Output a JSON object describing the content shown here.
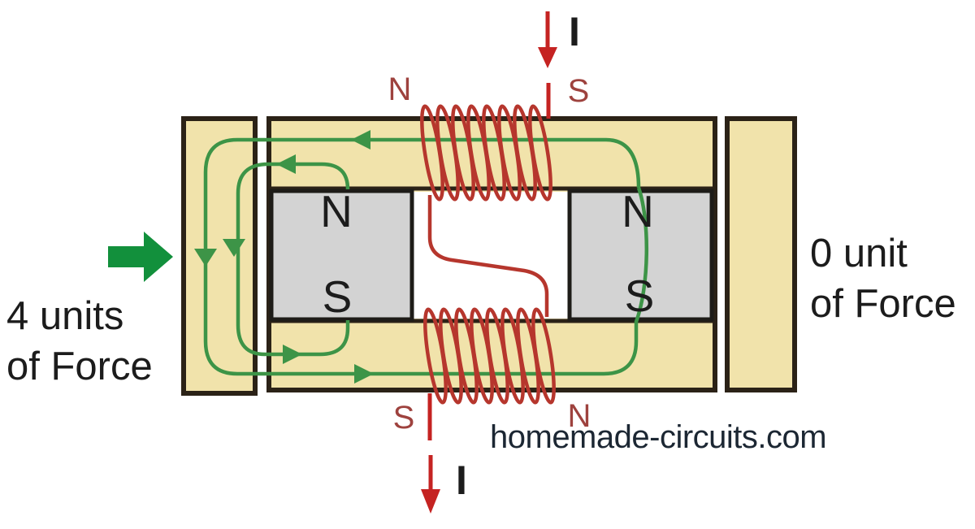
{
  "colors": {
    "background": "#ffffff",
    "core_fill": "#f1e3ab",
    "core_border": "#2b2217",
    "magnet_fill": "#d3d3d3",
    "magnet_border": "#1e1c18",
    "flux_green": "#3d9447",
    "force_green": "#12903c",
    "coil_red": "#b6362d",
    "wire_red": "#c52322",
    "pole_maroon": "#9e423e",
    "label_black": "#1c1c1c",
    "watermark_color": "#1c2733"
  },
  "diagram": {
    "watermark": "homemade-circuits.com",
    "left_force_line1": "4 units",
    "left_force_line2": "of Force",
    "right_force_line1": "0 unit",
    "right_force_line2": "of Force",
    "top_current_label": "I",
    "bottom_current_label": "I",
    "top_coil_left_pole": "N",
    "top_coil_right_pole": "S",
    "bottom_coil_left_pole": "S",
    "bottom_coil_right_pole": "N",
    "left_magnet_top_pole": "N",
    "left_magnet_bottom_pole": "S",
    "right_magnet_top_pole": "N",
    "right_magnet_bottom_pole": "S"
  }
}
